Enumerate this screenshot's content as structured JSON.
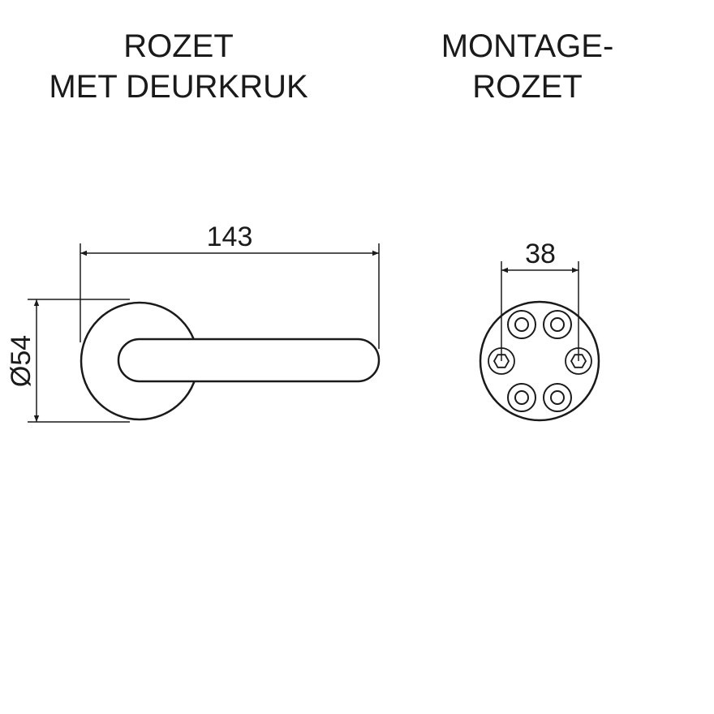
{
  "left_figure": {
    "title_line1": "ROZET",
    "title_line2": "MET DEURKRUK",
    "length_dim": "143",
    "diameter_dim": "Ø54"
  },
  "right_figure": {
    "title_line1": "MONTAGE-",
    "title_line2": "ROZET",
    "spacing_dim": "38"
  },
  "colors": {
    "line": "#1a1a1a",
    "background": "#ffffff"
  }
}
